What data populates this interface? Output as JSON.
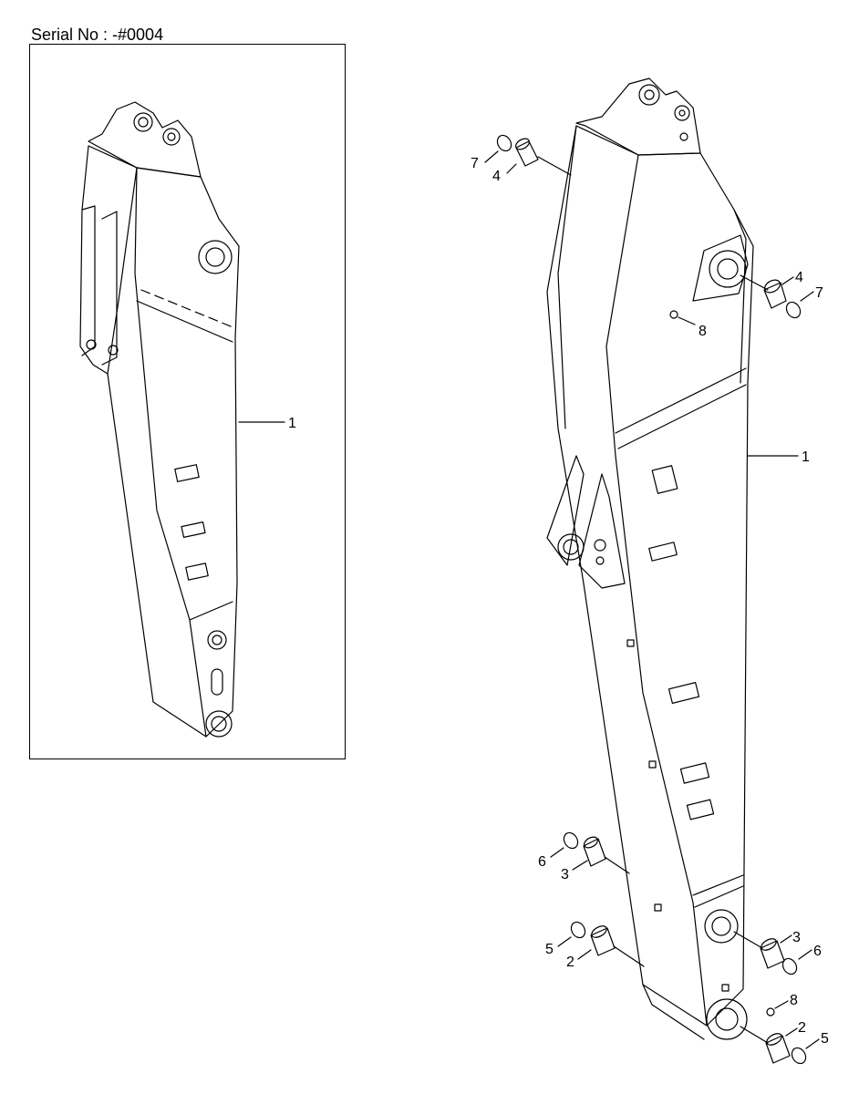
{
  "header": {
    "serial_no": "Serial No : -#0004"
  },
  "callouts": {
    "inset_arm": "1",
    "main_arm": "1",
    "top_left_ring": "7",
    "top_left_bushing": "4",
    "top_right_bushing": "4",
    "top_right_ring": "7",
    "top_fitting": "8",
    "mid_left_ring": "6",
    "mid_left_bushing": "3",
    "low_left_ring": "5",
    "low_left_bushing": "2",
    "mid_right_bushing": "3",
    "mid_right_ring": "6",
    "bottom_fitting": "8",
    "bottom_right_bushing": "2",
    "bottom_right_ring": "5"
  }
}
